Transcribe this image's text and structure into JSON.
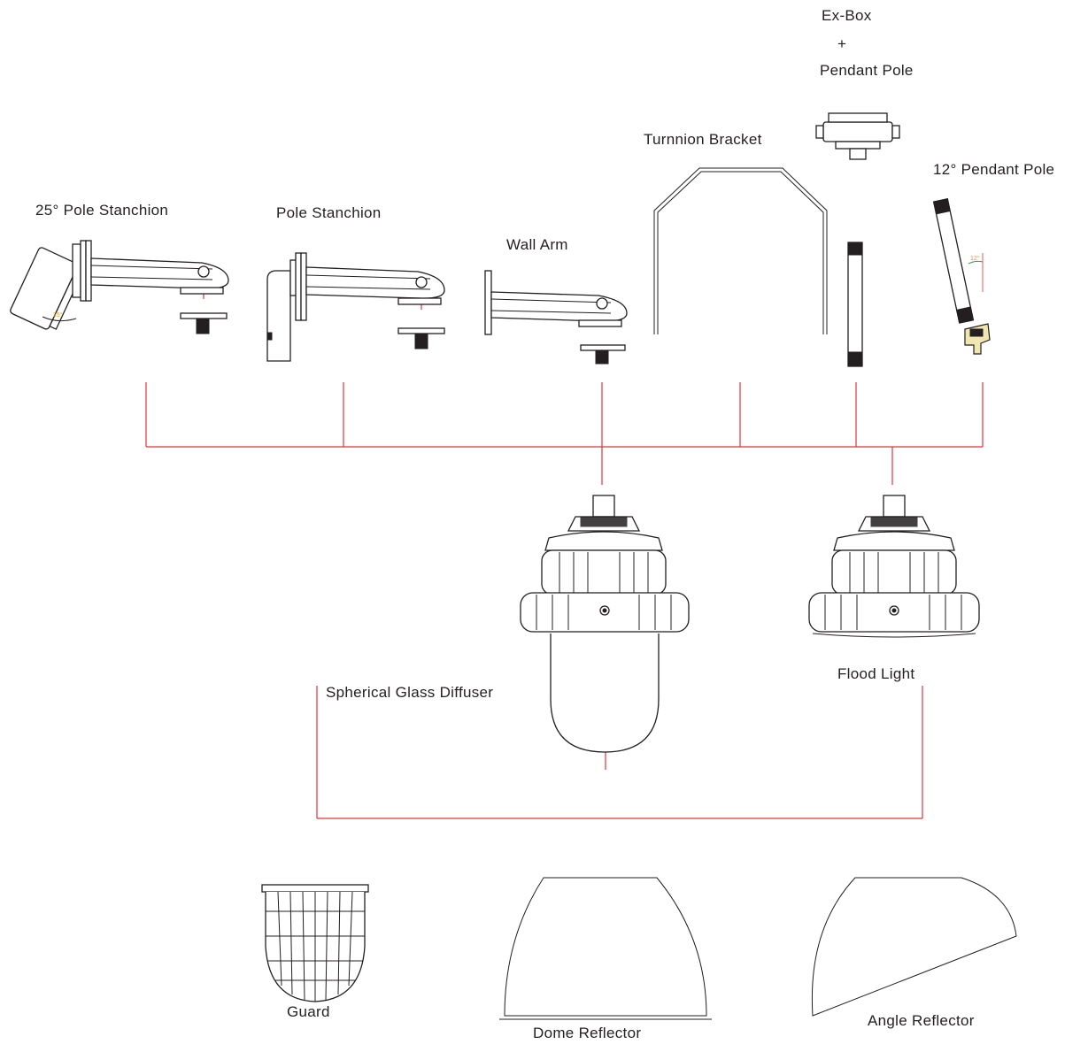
{
  "title": "",
  "labels": {
    "ex_box": "Ex-Box",
    "plus": "+",
    "pendant_pole": "Pendant Pole",
    "turnnion_bracket": "Turnnion Bracket",
    "pendant_pole_12": "12° Pendant Pole",
    "pole_stanchion_25": "25° Pole Stanchion",
    "pole_stanchion": "Pole Stanchion",
    "wall_arm": "Wall Arm",
    "spherical_glass_diffuser": "Spherical  Glass  Diffuser",
    "flood_light": "Flood  Light",
    "guard": "Guard",
    "dome_reflector": "Dome Reflector",
    "angle_reflector": "Angle Reflector"
  },
  "angle_marks": {
    "stanchion_angle": "25°",
    "pendant_angle": "12°"
  },
  "colors": {
    "connector": "#e0323c",
    "line_art": "#231f20",
    "angle_mark": "#e8a000"
  }
}
